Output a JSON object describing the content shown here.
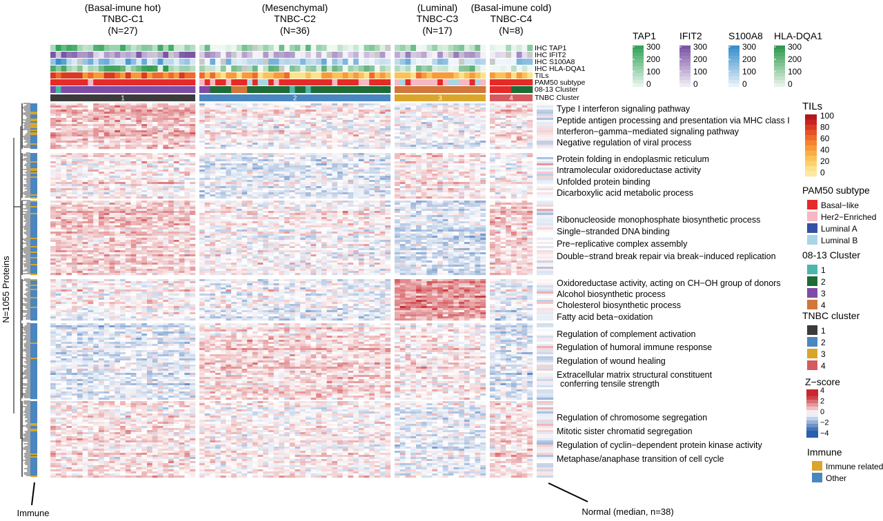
{
  "chart_data": {
    "type": "heatmap",
    "groups": [
      {
        "title": "(Basal-imune hot)",
        "name": "TNBC-C1",
        "n_label": "(N=27)",
        "n": 27,
        "id": "1",
        "color": "#3b3b3b"
      },
      {
        "title": "(Mesenchymal)",
        "name": "TNBC-C2",
        "n_label": "(N=36)",
        "n": 36,
        "id": "2",
        "color": "#4a86c0"
      },
      {
        "title": "(Luminal)",
        "name": "TNBC-C3",
        "n_label": "(N=17)",
        "n": 17,
        "id": "3",
        "color": "#d9a52b"
      },
      {
        "title": "(Basal-imune cold)",
        "name": "TNBC-C4",
        "n_label": "(N=8)",
        "n": 8,
        "id": "4",
        "color": "#d65a5f"
      }
    ],
    "annotation_rows": [
      "IHC TAP1",
      "IHC IFIT2",
      "IHC S100A8",
      "IHC HLA-DQA1",
      "TILs",
      "PAM50 subtype",
      "08-13 Cluster",
      "TNBC Cluster"
    ],
    "y_label": "N=1055 Proteins",
    "left_bar_label": "Immune",
    "normal_label": "Normal (median, n=38)",
    "protein_blocks": [
      {
        "terms": [
          "Type I interferon signaling pathway",
          "Peptide antigen processing and presentation via MHC class I",
          "Interferon−gamma−mediated signaling pathway",
          "Negative regulation of viral process"
        ],
        "cluster_means": [
          0.9,
          0.2,
          -0.1,
          0.4
        ]
      },
      {
        "terms": [
          "Protein folding in endoplasmic reticulum",
          "Intramolecular oxidoreductase activity",
          "Unfolded protein binding",
          "Dicarboxylic acid metabolic process"
        ],
        "cluster_means": [
          0.3,
          -0.3,
          0.4,
          0.1
        ]
      },
      {
        "terms": [
          "Ribonucleoside monophosphate biosynthetic process",
          "Single−stranded DNA binding",
          "Pre−replicative complex assembly",
          "Double−strand break repair via break−induced replication"
        ],
        "cluster_means": [
          0.7,
          0.1,
          -0.5,
          0.6
        ]
      },
      {
        "terms": [
          "Oxidoreductase activity, acting on CH−OH group of donors",
          "Alcohol biosynthetic process",
          "Cholesterol biosynthetic process",
          "Fatty acid beta−oxidation"
        ],
        "cluster_means": [
          0.1,
          -0.2,
          1.4,
          -0.3
        ]
      },
      {
        "terms": [
          "Regulation of complement activation",
          "Regulation of humoral immune response",
          "Regulation of wound healing",
          "Extracellular matrix structural constituent",
          "conferring tensile strength"
        ],
        "cluster_means": [
          -0.4,
          0.5,
          0.2,
          -0.5
        ]
      },
      {
        "terms": [
          "Regulation of chromosome segregation",
          "Mitotic sister chromatid segregation",
          "Regulation of cyclin−dependent protein kinase activity",
          "Metaphase/anaphase transition of cell cycle"
        ],
        "cluster_means": [
          0.4,
          0.2,
          -0.2,
          0.5
        ]
      }
    ],
    "scales": [
      {
        "title": "TAP1",
        "color": "#33a35a",
        "ticks": [
          "300",
          "200",
          "100",
          "0"
        ]
      },
      {
        "title": "IFIT2",
        "color": "#7d55a6",
        "ticks": [
          "300",
          "200",
          "100",
          "0"
        ]
      },
      {
        "title": "S100A8",
        "color": "#3a8fcb",
        "ticks": [
          "300",
          "200",
          "100",
          "0"
        ]
      },
      {
        "title": "HLA-DQA1",
        "color": "#2f9a4e",
        "ticks": [
          "300",
          "200",
          "100",
          "0"
        ]
      }
    ],
    "tils_legend": {
      "title": "TILs",
      "ticks": [
        "100",
        "80",
        "60",
        "40",
        "20",
        "0"
      ]
    },
    "legends": [
      {
        "title": "PAM50 subtype",
        "items": [
          {
            "label": "Basal−like",
            "color": "#e52a2a"
          },
          {
            "label": "Her2−Enriched",
            "color": "#f5b8c4"
          },
          {
            "label": "Luminal A",
            "color": "#3451a3"
          },
          {
            "label": "Luminal B",
            "color": "#a9d6e5"
          }
        ]
      },
      {
        "title": "08-13 Cluster",
        "items": [
          {
            "label": "1",
            "color": "#4cb6ac"
          },
          {
            "label": "2",
            "color": "#1f6b35"
          },
          {
            "label": "3",
            "color": "#7e4ca5"
          },
          {
            "label": "4",
            "color": "#d2763a"
          }
        ]
      },
      {
        "title": "TNBC cluster",
        "items": [
          {
            "label": "1",
            "color": "#3b3b3b"
          },
          {
            "label": "2",
            "color": "#4a86c0"
          },
          {
            "label": "3",
            "color": "#d9a52b"
          },
          {
            "label": "4",
            "color": "#d65a5f"
          }
        ]
      },
      {
        "title": "Immune",
        "items": [
          {
            "label": "Immune related",
            "color": "#d9a52b"
          },
          {
            "label": "Other",
            "color": "#4a86c0"
          }
        ]
      }
    ],
    "zscore_legend": {
      "title": "Z−score",
      "ticks": [
        "4",
        "2",
        "0",
        "−2",
        "−4"
      ],
      "range": [
        -4,
        4
      ]
    }
  }
}
